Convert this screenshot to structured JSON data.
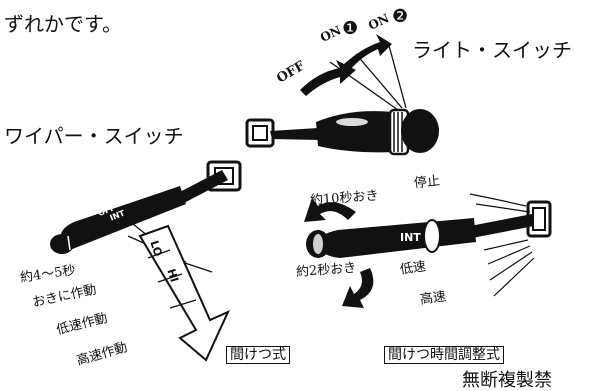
{
  "page": {
    "intro_text": "ずれかです。",
    "footer_partial": "無断複製禁"
  },
  "light_switch": {
    "title": "ライト・スイッチ",
    "off_label": "OFF",
    "on1_label": "ON",
    "on1_mark": "❶",
    "on2_label": "ON",
    "on2_mark": "❷"
  },
  "wiper_switch": {
    "title": "ワイパー・スイッチ",
    "lever_marks": [
      "OFF",
      "INT",
      "LO",
      "HI"
    ],
    "intermittent": {
      "caption": "間けつ式",
      "positions": [
        "約4～5秒",
        "おきに作動",
        "低速作動",
        "高速作動"
      ]
    },
    "adjustable": {
      "caption": "間けつ時間調整式",
      "knob_label": "INT",
      "positions": [
        "停止",
        "約10秒おき",
        "約2秒おき",
        "低速",
        "高速"
      ]
    }
  }
}
